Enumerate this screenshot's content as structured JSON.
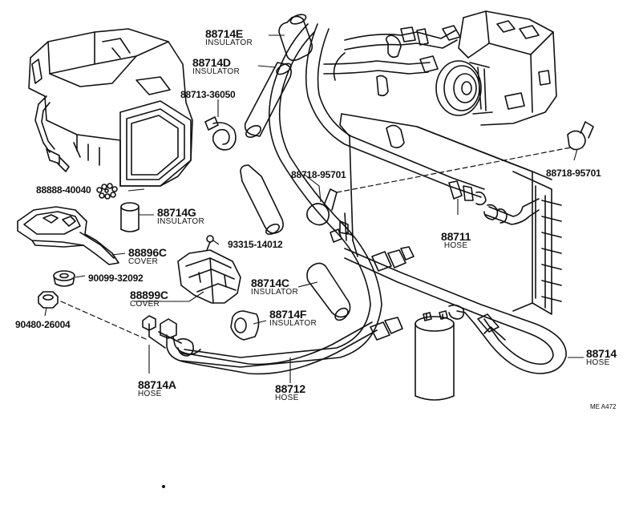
{
  "parts": [
    {
      "id": "p_88714E",
      "number": "88714E",
      "name": "INSULATOR"
    },
    {
      "id": "p_88714D",
      "number": "88714D",
      "name": "INSULATOR"
    },
    {
      "id": "p_88713_36050",
      "number": "88713-36050",
      "name": ""
    },
    {
      "id": "p_88888_40040",
      "number": "88888-40040",
      "name": ""
    },
    {
      "id": "p_88714G",
      "number": "88714G",
      "name": "INSULATOR"
    },
    {
      "id": "p_88718_95701_a",
      "number": "88718-95701",
      "name": ""
    },
    {
      "id": "p_88718_95701_b",
      "number": "88718-95701",
      "name": ""
    },
    {
      "id": "p_88711",
      "number": "88711",
      "name": "HOSE"
    },
    {
      "id": "p_88896C",
      "number": "88896C",
      "name": "COVER"
    },
    {
      "id": "p_93315_14012",
      "number": "93315-14012",
      "name": ""
    },
    {
      "id": "p_90099_32092",
      "number": "90099-32092",
      "name": ""
    },
    {
      "id": "p_88899C",
      "number": "88899C",
      "name": "COVER"
    },
    {
      "id": "p_88714C",
      "number": "88714C",
      "name": "INSULATOR"
    },
    {
      "id": "p_90480_26004",
      "number": "90480-26004",
      "name": ""
    },
    {
      "id": "p_88714F",
      "number": "88714F",
      "name": "INSULATOR"
    },
    {
      "id": "p_88714",
      "number": "88714",
      "name": "HOSE"
    },
    {
      "id": "p_88714A",
      "number": "88714A",
      "name": "HOSE"
    },
    {
      "id": "p_88712",
      "number": "88712",
      "name": "HOSE"
    }
  ],
  "diagram_code": "ME  A472"
}
